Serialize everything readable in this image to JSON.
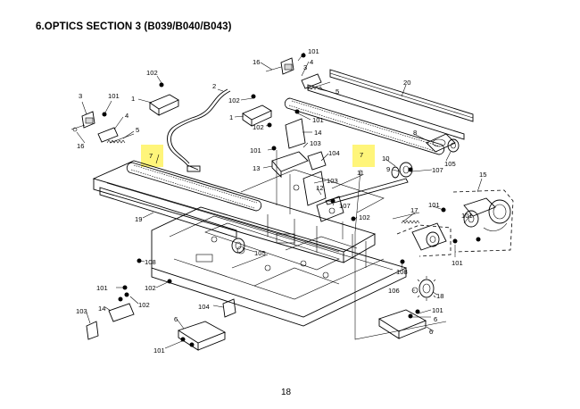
{
  "page": {
    "title": "6.OPTICS SECTION 3 (B039/B040/B043)",
    "page_number": "18"
  },
  "highlight_color": "#fff57a",
  "callouts": [
    {
      "id": "c-1a",
      "label": "1",
      "highlighted": false
    },
    {
      "id": "c-1b",
      "label": "1",
      "highlighted": false
    },
    {
      "id": "c-2",
      "label": "2",
      "highlighted": false
    },
    {
      "id": "c-3",
      "label": "3",
      "highlighted": false
    },
    {
      "id": "c-3b",
      "label": "3",
      "highlighted": false
    },
    {
      "id": "c-4a",
      "label": "4",
      "highlighted": false
    },
    {
      "id": "c-4b",
      "label": "4",
      "highlighted": false
    },
    {
      "id": "c-5a",
      "label": "5",
      "highlighted": false
    },
    {
      "id": "c-5b",
      "label": "5",
      "highlighted": false
    },
    {
      "id": "c-6a",
      "label": "6",
      "highlighted": false
    },
    {
      "id": "c-6b",
      "label": "6",
      "highlighted": false
    },
    {
      "id": "c-6c",
      "label": "6",
      "highlighted": false
    },
    {
      "id": "c-7a",
      "label": "7",
      "highlighted": true
    },
    {
      "id": "c-7b",
      "label": "7",
      "highlighted": true
    },
    {
      "id": "c-8",
      "label": "8",
      "highlighted": false
    },
    {
      "id": "c-9",
      "label": "9",
      "highlighted": false
    },
    {
      "id": "c-10",
      "label": "10",
      "highlighted": false
    },
    {
      "id": "c-11",
      "label": "11",
      "highlighted": false
    },
    {
      "id": "c-12",
      "label": "12",
      "highlighted": false
    },
    {
      "id": "c-13",
      "label": "13",
      "highlighted": false
    },
    {
      "id": "c-14a",
      "label": "14",
      "highlighted": false
    },
    {
      "id": "c-14b",
      "label": "14",
      "highlighted": false
    },
    {
      "id": "c-15",
      "label": "15",
      "highlighted": false
    },
    {
      "id": "c-16a",
      "label": "16",
      "highlighted": false
    },
    {
      "id": "c-16b",
      "label": "16",
      "highlighted": false
    },
    {
      "id": "c-17",
      "label": "17",
      "highlighted": false
    },
    {
      "id": "c-18",
      "label": "18",
      "highlighted": false
    },
    {
      "id": "c-19",
      "label": "19",
      "highlighted": false
    },
    {
      "id": "c-20",
      "label": "20",
      "highlighted": false
    },
    {
      "id": "c-101a",
      "label": "101",
      "highlighted": false
    },
    {
      "id": "c-101b",
      "label": "101",
      "highlighted": false
    },
    {
      "id": "c-101c",
      "label": "101",
      "highlighted": false
    },
    {
      "id": "c-101d",
      "label": "101",
      "highlighted": false
    },
    {
      "id": "c-101e",
      "label": "101",
      "highlighted": false
    },
    {
      "id": "c-101f",
      "label": "101",
      "highlighted": false
    },
    {
      "id": "c-101g",
      "label": "101",
      "highlighted": false
    },
    {
      "id": "c-101h",
      "label": "101",
      "highlighted": false
    },
    {
      "id": "c-101i",
      "label": "101",
      "highlighted": false
    },
    {
      "id": "c-101j",
      "label": "101",
      "highlighted": false
    },
    {
      "id": "c-102a",
      "label": "102",
      "highlighted": false
    },
    {
      "id": "c-102b",
      "label": "102",
      "highlighted": false
    },
    {
      "id": "c-102c",
      "label": "102",
      "highlighted": false
    },
    {
      "id": "c-102d",
      "label": "102",
      "highlighted": false
    },
    {
      "id": "c-102e",
      "label": "102",
      "highlighted": false
    },
    {
      "id": "c-102f",
      "label": "102",
      "highlighted": false
    },
    {
      "id": "c-103a",
      "label": "103",
      "highlighted": false
    },
    {
      "id": "c-103b",
      "label": "103",
      "highlighted": false
    },
    {
      "id": "c-103c",
      "label": "103",
      "highlighted": false
    },
    {
      "id": "c-104a",
      "label": "104",
      "highlighted": false
    },
    {
      "id": "c-104b",
      "label": "104",
      "highlighted": false
    },
    {
      "id": "c-105a",
      "label": "105",
      "highlighted": false
    },
    {
      "id": "c-105b",
      "label": "105",
      "highlighted": false
    },
    {
      "id": "c-106",
      "label": "106",
      "highlighted": false
    },
    {
      "id": "c-107a",
      "label": "107",
      "highlighted": false
    },
    {
      "id": "c-107b",
      "label": "107",
      "highlighted": false
    },
    {
      "id": "c-108a",
      "label": "108",
      "highlighted": false
    },
    {
      "id": "c-108b",
      "label": "108",
      "highlighted": false
    }
  ]
}
